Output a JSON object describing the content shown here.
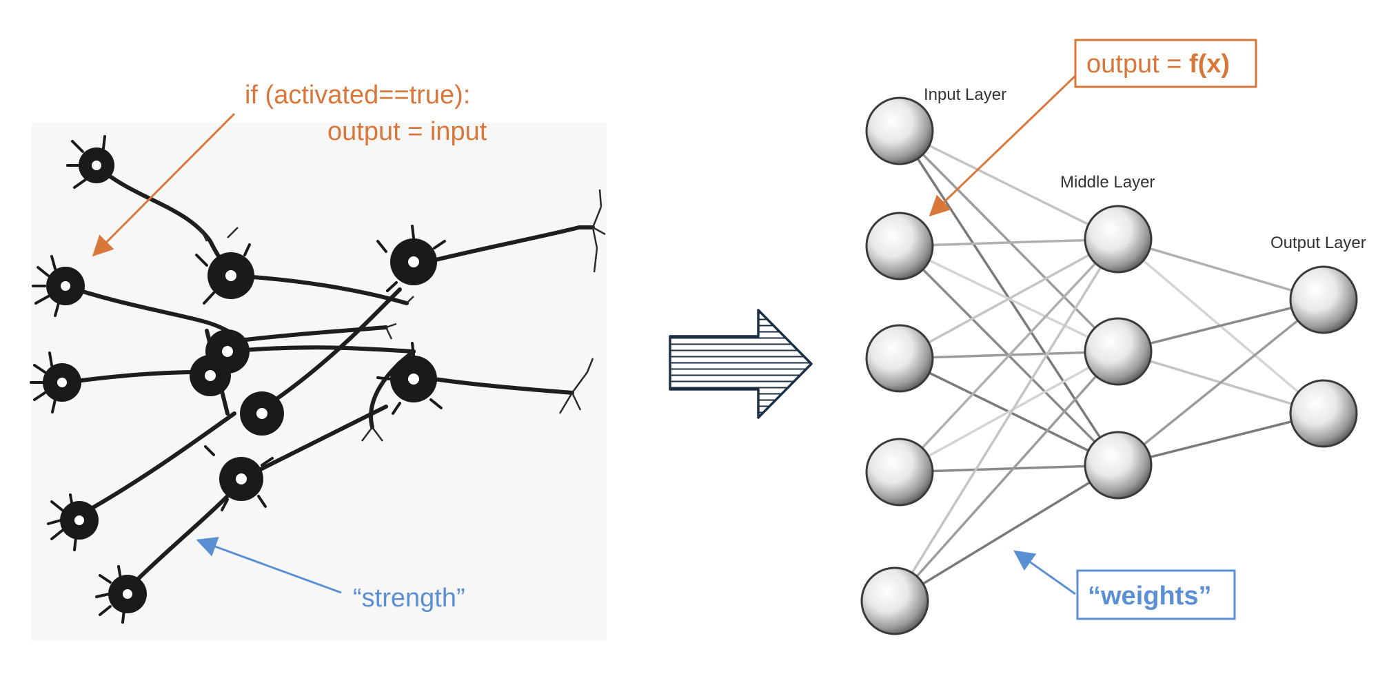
{
  "neuron_panel": {
    "code_line1": "if (activated==true):",
    "code_line2": "output = input",
    "strength_label": "“strength”"
  },
  "network_panel": {
    "layers": {
      "input": "Input Layer",
      "middle": "Middle Layer",
      "output": "Output Layer"
    },
    "output_prefix": "output = ",
    "output_func": "f(x)",
    "weights_label": "“weights”"
  },
  "colors": {
    "annotation_orange": "#d9773a",
    "annotation_blue": "#5b8fd4",
    "arrow_navy": "#1b2f45"
  }
}
